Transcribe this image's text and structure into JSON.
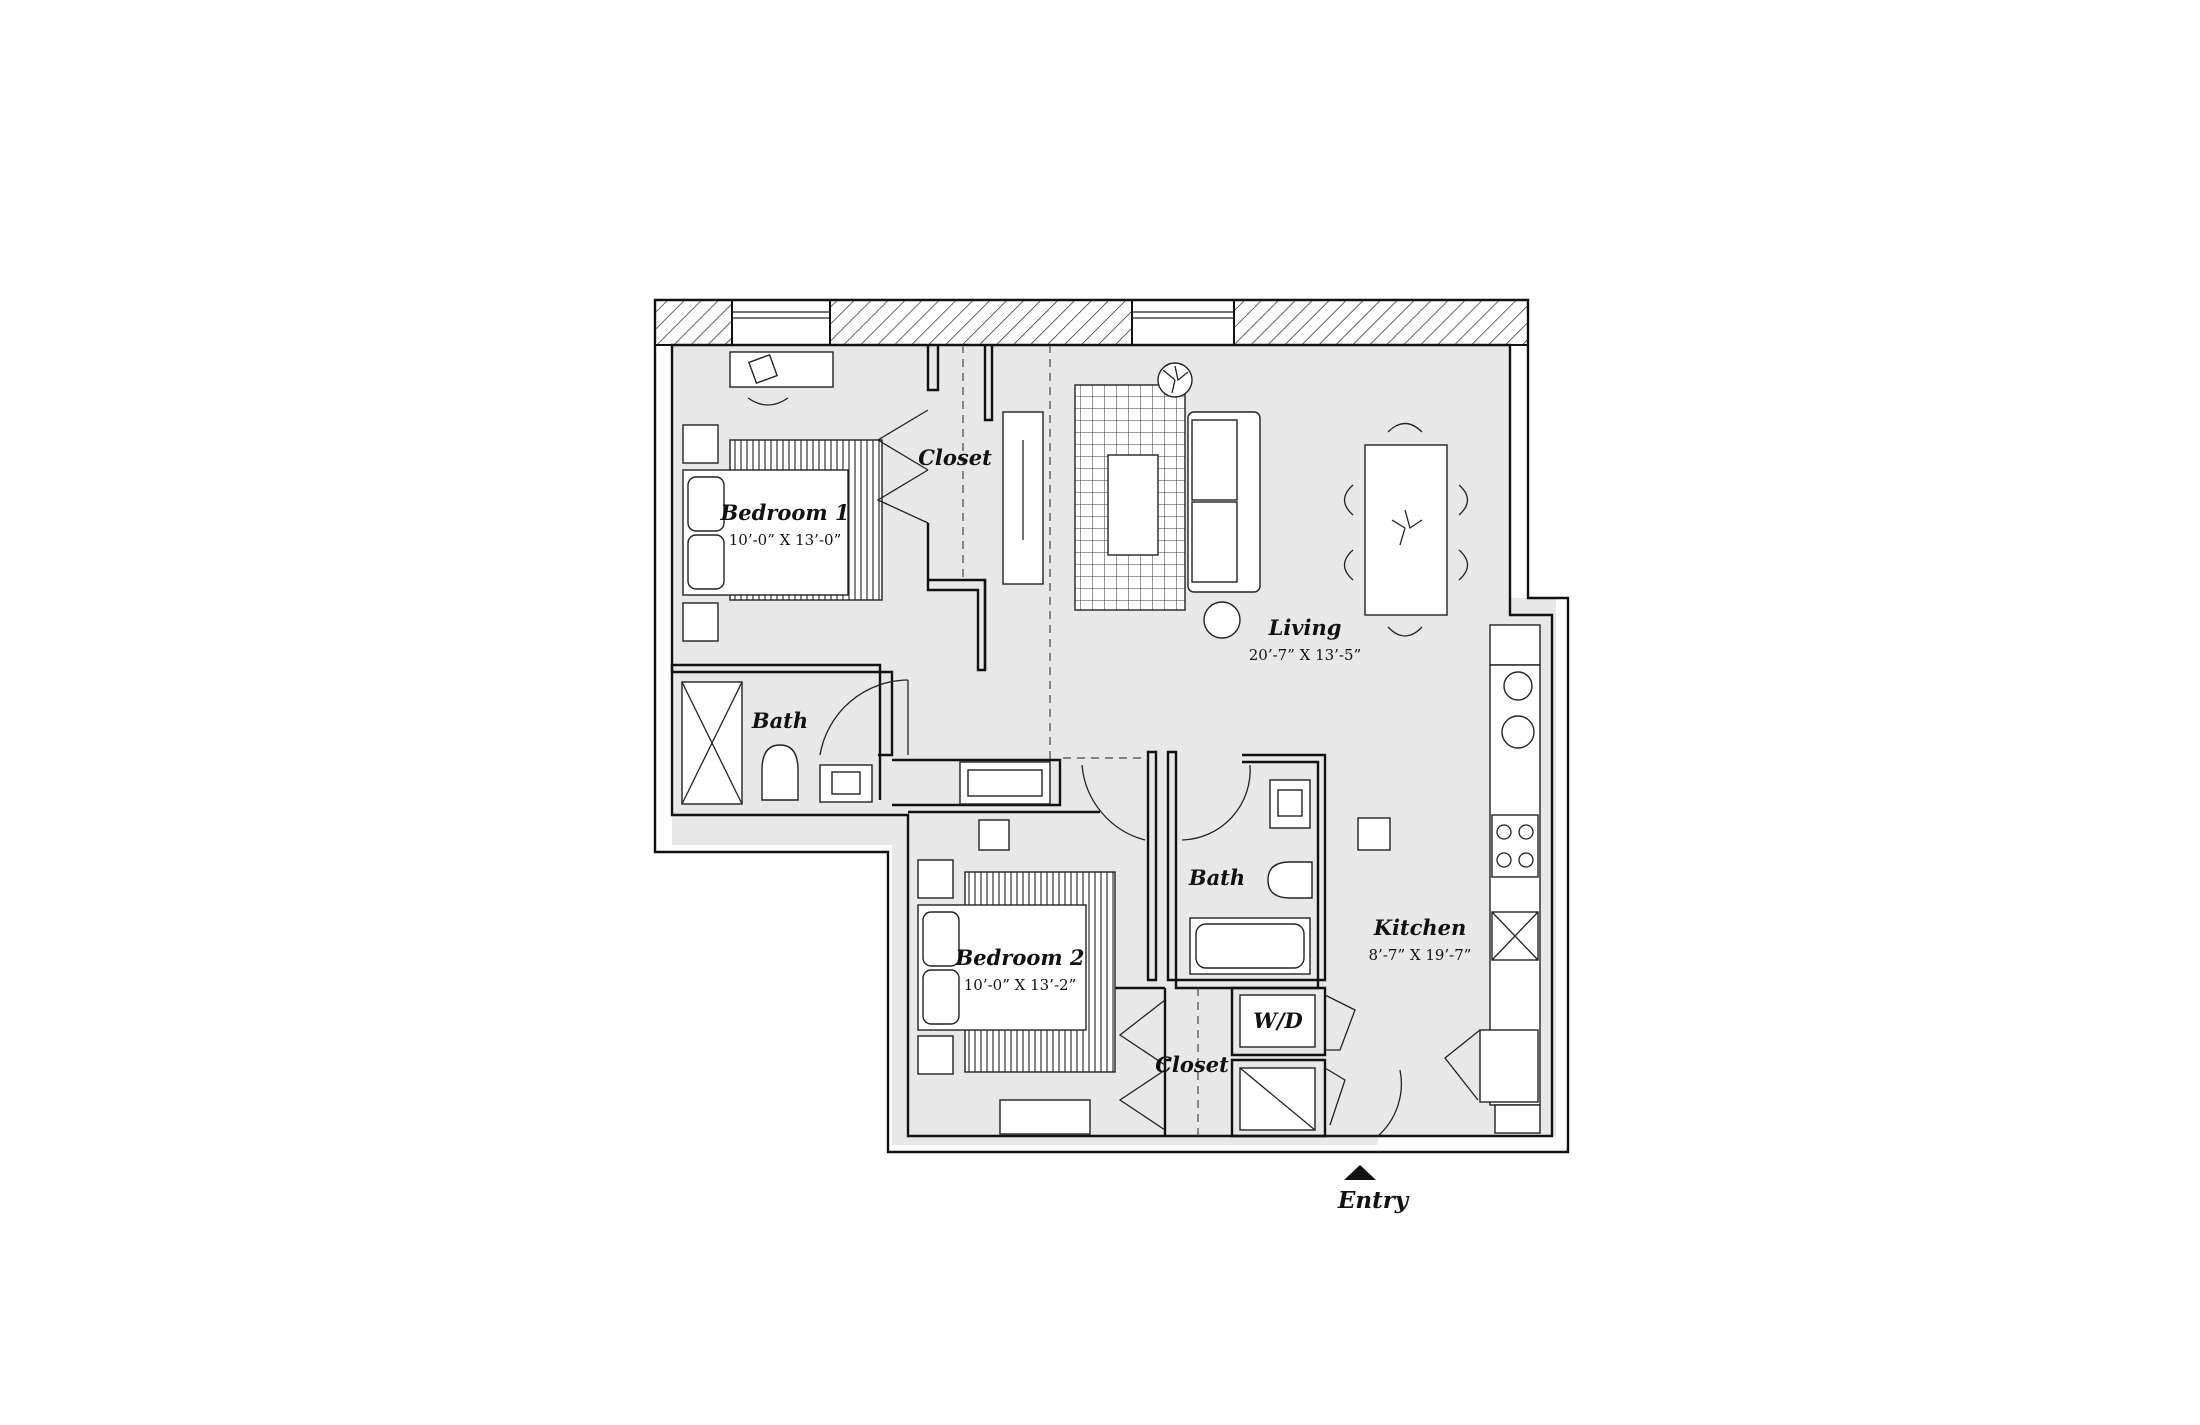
{
  "plan": {
    "rooms": {
      "bedroom1": {
        "name": "Bedroom 1",
        "dims": "10’-0” X 13’-0”"
      },
      "closet1": {
        "name": "Closet"
      },
      "bath1": {
        "name": "Bath"
      },
      "living": {
        "name": "Living",
        "dims": "20’-7” X 13’-5”"
      },
      "bath2": {
        "name": "Bath"
      },
      "kitchen": {
        "name": "Kitchen",
        "dims": "8’-7” X 19’-7”"
      },
      "bedroom2": {
        "name": "Bedroom 2",
        "dims": "10’-0” X 13’-2”"
      },
      "closet2": {
        "name": "Closet"
      },
      "laundry": {
        "name": "W/D"
      }
    },
    "entry": {
      "label": "Entry"
    },
    "colors": {
      "floor": "#e8e8e8",
      "wall": "#111111"
    }
  }
}
